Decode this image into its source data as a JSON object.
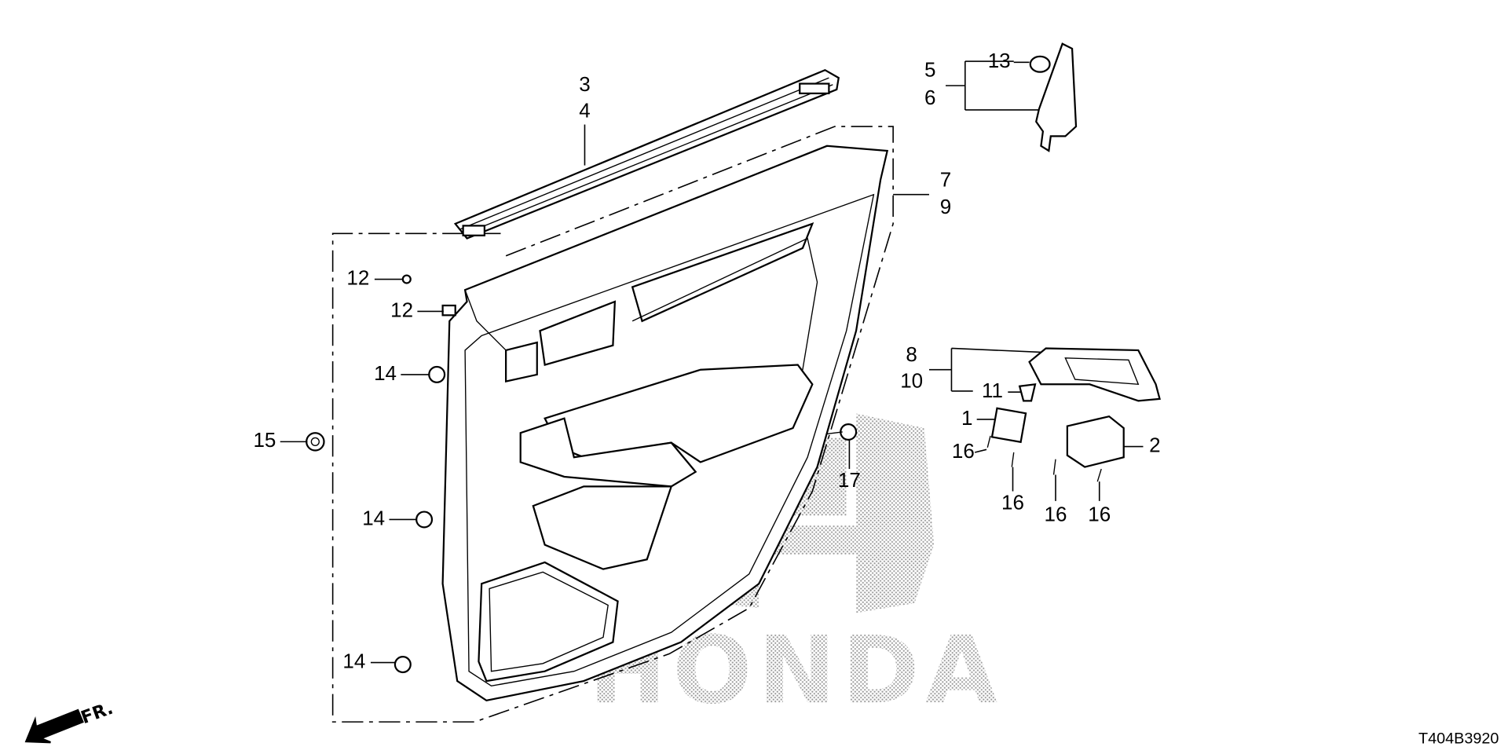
{
  "diagram": {
    "title_code": "T404B3920",
    "direction_label": "FR.",
    "watermark": "HONDA",
    "callouts": {
      "c1": "1",
      "c2": "2",
      "c3": "3",
      "c4": "4",
      "c5": "5",
      "c6": "6",
      "c7": "7",
      "c8": "8",
      "c9": "9",
      "c10": "10",
      "c11": "11",
      "c12a": "12",
      "c12b": "12",
      "c13": "13",
      "c14a": "14",
      "c14b": "14",
      "c14c": "14",
      "c15": "15",
      "c16a": "16",
      "c16b": "16",
      "c16c": "16",
      "c16d": "16",
      "c17": "17"
    }
  }
}
